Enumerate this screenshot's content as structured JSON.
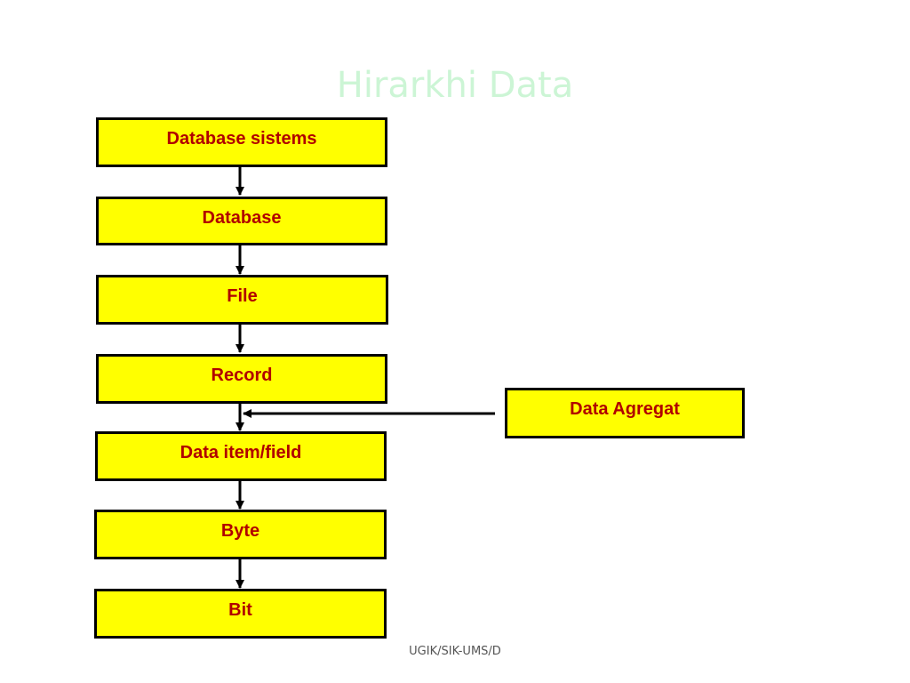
{
  "slide": {
    "title": "Hirarkhi Data",
    "footer": "UGIK/SIK-UMS/D"
  },
  "diagram": {
    "nodes": [
      {
        "id": "database-sistems",
        "label": "Database sistems"
      },
      {
        "id": "database",
        "label": "Database"
      },
      {
        "id": "file",
        "label": "File"
      },
      {
        "id": "record",
        "label": "Record"
      },
      {
        "id": "data-item-field",
        "label": "Data item/field"
      },
      {
        "id": "byte",
        "label": "Byte"
      },
      {
        "id": "bit",
        "label": "Bit"
      },
      {
        "id": "data-agregat",
        "label": "Data Agregat"
      }
    ],
    "edges": [
      {
        "from": "database-sistems",
        "to": "database"
      },
      {
        "from": "database",
        "to": "file"
      },
      {
        "from": "file",
        "to": "record"
      },
      {
        "from": "record",
        "to": "data-item-field"
      },
      {
        "from": "data-item-field",
        "to": "byte"
      },
      {
        "from": "byte",
        "to": "bit"
      },
      {
        "from": "data-agregat",
        "to": "record-to-data-item-link"
      }
    ],
    "colors": {
      "box_fill": "#ffff00",
      "box_border": "#000000",
      "label": "#b00000",
      "title": "#ccf5d5"
    }
  }
}
